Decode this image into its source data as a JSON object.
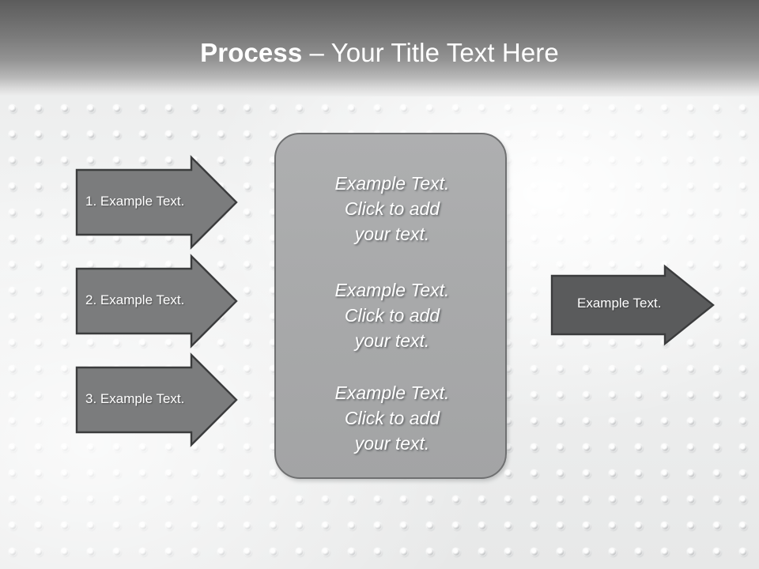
{
  "slide": {
    "title": {
      "bold_part": "Process",
      "rest_part": " – Your Title Text Here"
    }
  },
  "theme": {
    "header_top_color": "#5c5c5c",
    "header_bottom_color": "#eeefef",
    "background_color": "#ebecec",
    "step_arrow_fill": "#7b7c7d",
    "step_arrow_stroke": "#3b3c3d",
    "result_arrow_fill": "#5a5b5c",
    "result_arrow_stroke": "#3b3c3d",
    "panel_fill": "#a9aaab",
    "panel_stroke": "#6f7071",
    "text_color": "#ffffff"
  },
  "steps": [
    {
      "label": "1. Example Text."
    },
    {
      "label": "2. Example Text."
    },
    {
      "label": "3. Example Text."
    }
  ],
  "center_panel": {
    "blocks": [
      {
        "text": "Example Text.\nClick  to add\nyour text."
      },
      {
        "text": "Example Text.\nClick  to add\nyour text."
      },
      {
        "text": "Example Text.\nClick  to add\nyour text."
      }
    ]
  },
  "result": {
    "label": "Example Text."
  }
}
